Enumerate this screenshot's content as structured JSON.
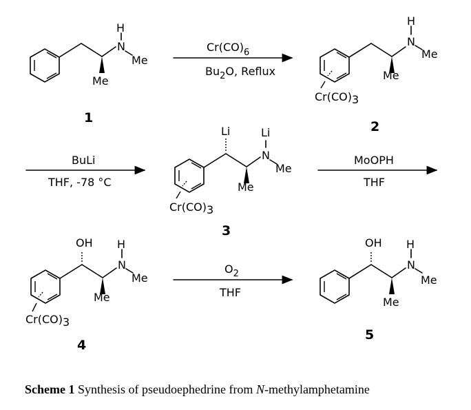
{
  "labels": {
    "h": "H",
    "n": "N",
    "me": "Me",
    "li": "Li",
    "oh": "OH",
    "cr_co": "Cr(CO)",
    "cr_co3": "Cr(CO)3",
    "sub6": "6",
    "sub3": "3",
    "sub2": "2",
    "cr_co_sub": "3"
  },
  "reagents": {
    "step1_top": "Cr(CO)6",
    "step1_bottom": "Bu2O, Reflux",
    "step2_top": "BuLi",
    "step2_bottom": "THF, -78 °C",
    "step3_top": "MoOPH",
    "step3_bottom": "THF",
    "step4_top": "O2",
    "step4_bottom": "THF"
  },
  "compounds": [
    "1",
    "2",
    "3",
    "4",
    "5"
  ],
  "caption": {
    "bold": "Scheme 1",
    "text_pre": " Synthesis of pseudoephedrine from ",
    "italic": "N",
    "text_post": "-methylamphetamine"
  }
}
